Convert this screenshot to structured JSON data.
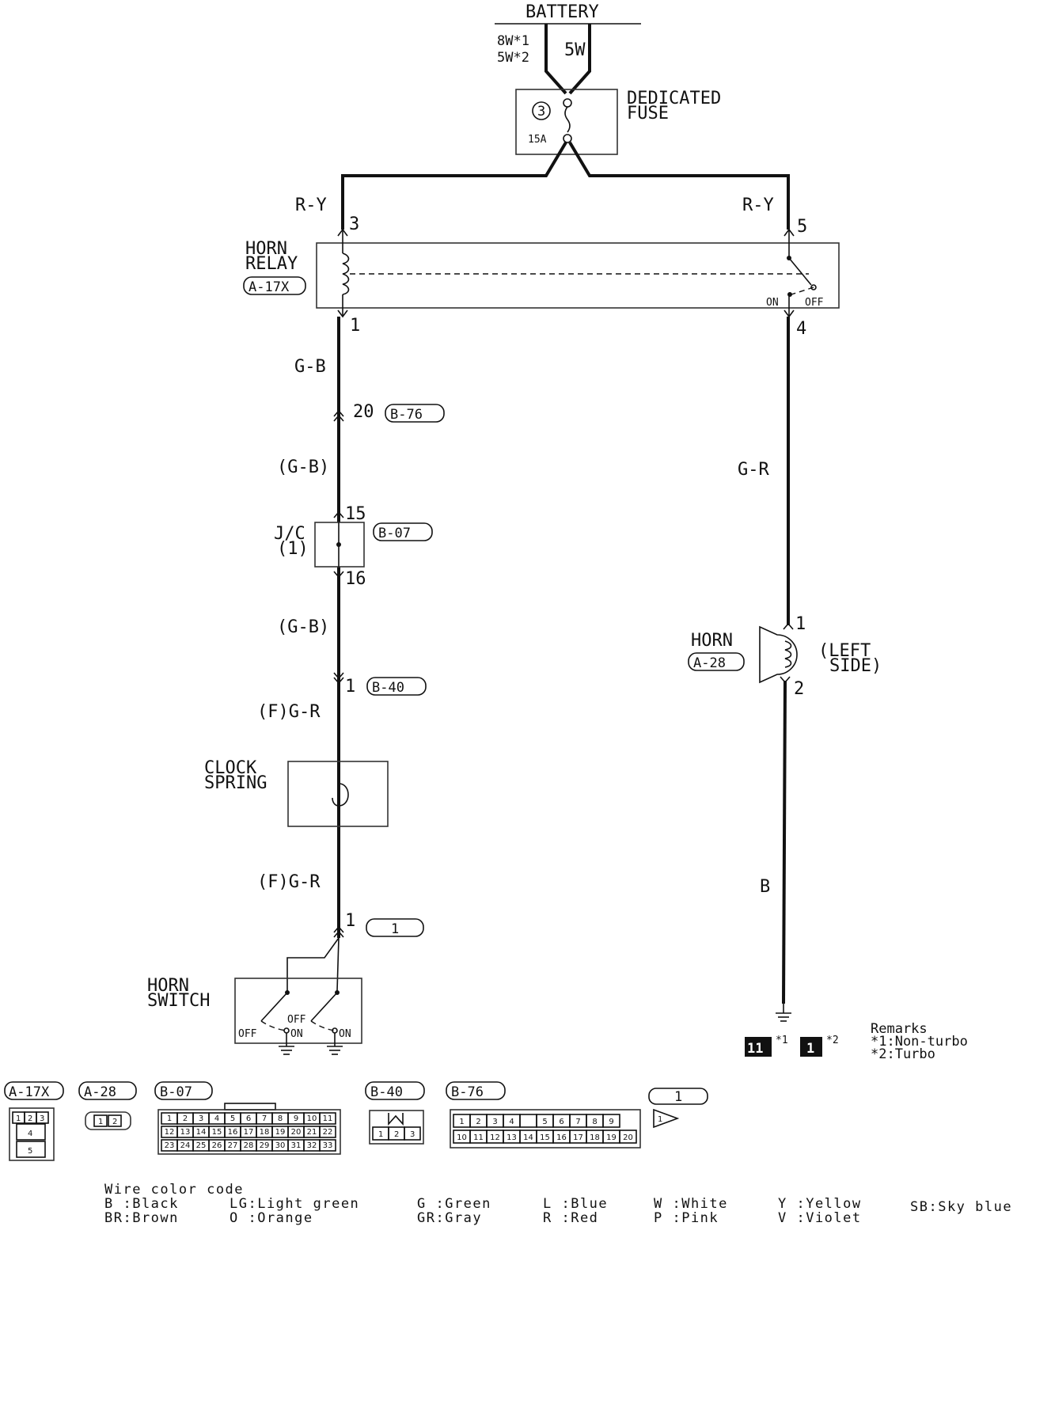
{
  "battery": {
    "label": "BATTERY",
    "wire_left_a": "8W*1",
    "wire_left_b": "5W*2",
    "wire_right": "5W"
  },
  "fuse": {
    "title_a": "DEDICATED",
    "title_b": "FUSE",
    "number": "3",
    "rating": "15A"
  },
  "relay": {
    "title_a": "HORN",
    "title_b": "RELAY",
    "connector": "A-17X",
    "pin_in_left": "3",
    "pin_in_right": "5",
    "pin_out_left": "1",
    "pin_out_right": "4",
    "on_label": "ON",
    "off_label": "OFF"
  },
  "wires": {
    "ry_left": "R-Y",
    "ry_right": "R-Y",
    "gb_1": "G-B",
    "gb_2": "(G-B)",
    "gb_3": "(G-B)",
    "fgr_1": "(F)G-R",
    "fgr_2": "(F)G-R",
    "gr": "G-R",
    "b": "B"
  },
  "b76_conn": {
    "pin": "20",
    "connector": "B-76"
  },
  "jc": {
    "title_a": "J/C",
    "title_b": "(1)",
    "connector": "B-07",
    "pin_in": "15",
    "pin_out": "16"
  },
  "b40_conn": {
    "pin": "1",
    "connector": "B-40"
  },
  "clock_spring": {
    "title_a": "CLOCK",
    "title_b": "SPRING"
  },
  "switch_conn": {
    "pin": "1",
    "connector": "1"
  },
  "horn_switch": {
    "title_a": "HORN",
    "title_b": "SWITCH",
    "off_label": "OFF",
    "off_label_2": "OFF",
    "on_label": "ON",
    "on_label_2": "ON"
  },
  "horn": {
    "title": "HORN",
    "connector": "A-28",
    "side_a": "(LEFT",
    "side_b": "SIDE)",
    "pin_in": "1",
    "pin_out": "2"
  },
  "ground": {
    "point_a": "11",
    "mark_a": "*1",
    "point_b": "1",
    "mark_b": "*2"
  },
  "remarks": {
    "title": "Remarks",
    "line1": "*1:Non-turbo",
    "line2": "*2:Turbo"
  },
  "connector_views": {
    "a17x": {
      "label": "A-17X",
      "pins": [
        "1",
        "2",
        "3",
        "4",
        "5"
      ]
    },
    "a28": {
      "label": "A-28",
      "pins": [
        "1",
        "2"
      ]
    },
    "b07": {
      "label": "B-07",
      "rows": [
        [
          "1",
          "2",
          "3",
          "4",
          "5",
          "6",
          "7",
          "8",
          "9",
          "10",
          "11"
        ],
        [
          "12",
          "13",
          "14",
          "15",
          "16",
          "17",
          "18",
          "19",
          "20",
          "21",
          "22"
        ],
        [
          "23",
          "24",
          "25",
          "26",
          "27",
          "28",
          "29",
          "30",
          "31",
          "32",
          "33"
        ]
      ]
    },
    "b40": {
      "label": "B-40",
      "pins": [
        "1",
        "2",
        "3"
      ]
    },
    "b76": {
      "label": "B-76",
      "rows": [
        [
          "1",
          "2",
          "3",
          "4",
          "",
          "5",
          "6",
          "7",
          "8",
          "9"
        ],
        [
          "10",
          "11",
          "12",
          "13",
          "14",
          "15",
          "16",
          "17",
          "18",
          "19",
          "20"
        ]
      ]
    },
    "c1": {
      "label": "1",
      "pin": "1"
    }
  },
  "wire_color_code": {
    "title": "Wire color code",
    "entries": [
      "B :Black",
      "BR:Brown",
      "LG:Light green",
      "O :Orange",
      "G :Green",
      "GR:Gray",
      "L :Blue",
      "R :Red",
      "W :White",
      "P :Pink",
      "Y :Yellow",
      "V :Violet",
      "SB:Sky blue"
    ]
  }
}
